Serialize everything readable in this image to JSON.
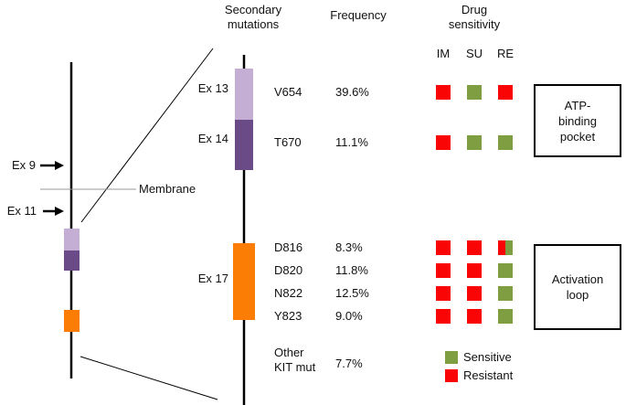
{
  "headers": {
    "secondary_mutations": "Secondary mutations",
    "frequency": "Frequency",
    "drug_sensitivity": "Drug sensitivity",
    "drugs": [
      "IM",
      "SU",
      "RE"
    ]
  },
  "left_schematic": {
    "ex9": "Ex 9",
    "ex11": "Ex 11",
    "membrane": "Membrane"
  },
  "zoom_schematic": {
    "exons": [
      {
        "label": "Ex 13"
      },
      {
        "label": "Ex 14"
      },
      {
        "label": "Ex 17"
      }
    ]
  },
  "mutations": [
    {
      "name": "V654",
      "frequency": "39.6%",
      "sensitivity": [
        "R",
        "S",
        "R"
      ]
    },
    {
      "name": "T670",
      "frequency": "11.1%",
      "sensitivity": [
        "R",
        "S",
        "S"
      ]
    },
    {
      "name": "D816",
      "frequency": "8.3%",
      "sensitivity": [
        "R",
        "R",
        "R/S"
      ]
    },
    {
      "name": "D820",
      "frequency": "11.8%",
      "sensitivity": [
        "R",
        "R",
        "S"
      ]
    },
    {
      "name": "N822",
      "frequency": "12.5%",
      "sensitivity": [
        "R",
        "R",
        "S"
      ]
    },
    {
      "name": "Y823",
      "frequency": "9.0%",
      "sensitivity": [
        "R",
        "R",
        "S"
      ]
    },
    {
      "name": "Other KIT mut",
      "frequency": "7.7%",
      "sensitivity": []
    }
  ],
  "regions": [
    {
      "label": "ATP-binding pocket"
    },
    {
      "label": "Activation loop"
    }
  ],
  "legend": [
    {
      "code": "S",
      "label": "Sensitive"
    },
    {
      "code": "R",
      "label": "Resistant"
    }
  ],
  "colors": {
    "sensitive_green": "#7f9d41",
    "resistant_red": "#fa0505",
    "ex13_light_purple": "#c5aed3",
    "ex14_dark_purple": "#6a4a87",
    "ex17_orange": "#fb7d05",
    "line_black": "#000000",
    "membrane_gray": "#9a9a9a"
  }
}
